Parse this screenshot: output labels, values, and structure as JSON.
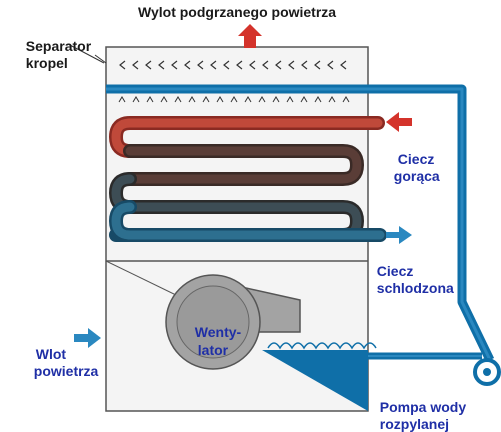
{
  "labels": {
    "top_outlet": "Wylot podgrzanego powietrza",
    "separator_line1": "Separator",
    "separator_line2": "kropel",
    "hot_liquid_line1": "Ciecz",
    "hot_liquid_line2": "gorąca",
    "cooled_liquid_line1": "Ciecz",
    "cooled_liquid_line2": "schlodzona",
    "air_inlet_line1": "Wlot",
    "air_inlet_line2": "powietrza",
    "fan_line1": "Wenty-",
    "fan_line2": "lator",
    "pump_line1": "Pompa wody",
    "pump_line2": "rozpylanej"
  },
  "colors": {
    "water_blue": "#0f6fa8",
    "hot_red": "#d4332b",
    "coil_hot": "#c0493a",
    "coil_mid": "#5a3d37",
    "coil_cool": "#2d6f8f",
    "fan_grey": "#a3a3a3",
    "label_blue": "#1f2fa6"
  },
  "icons": [
    "up-arrow-icon",
    "left-arrow-icon",
    "right-arrow-icon",
    "fan-icon",
    "pump-icon",
    "spray-nozzle-icon"
  ]
}
